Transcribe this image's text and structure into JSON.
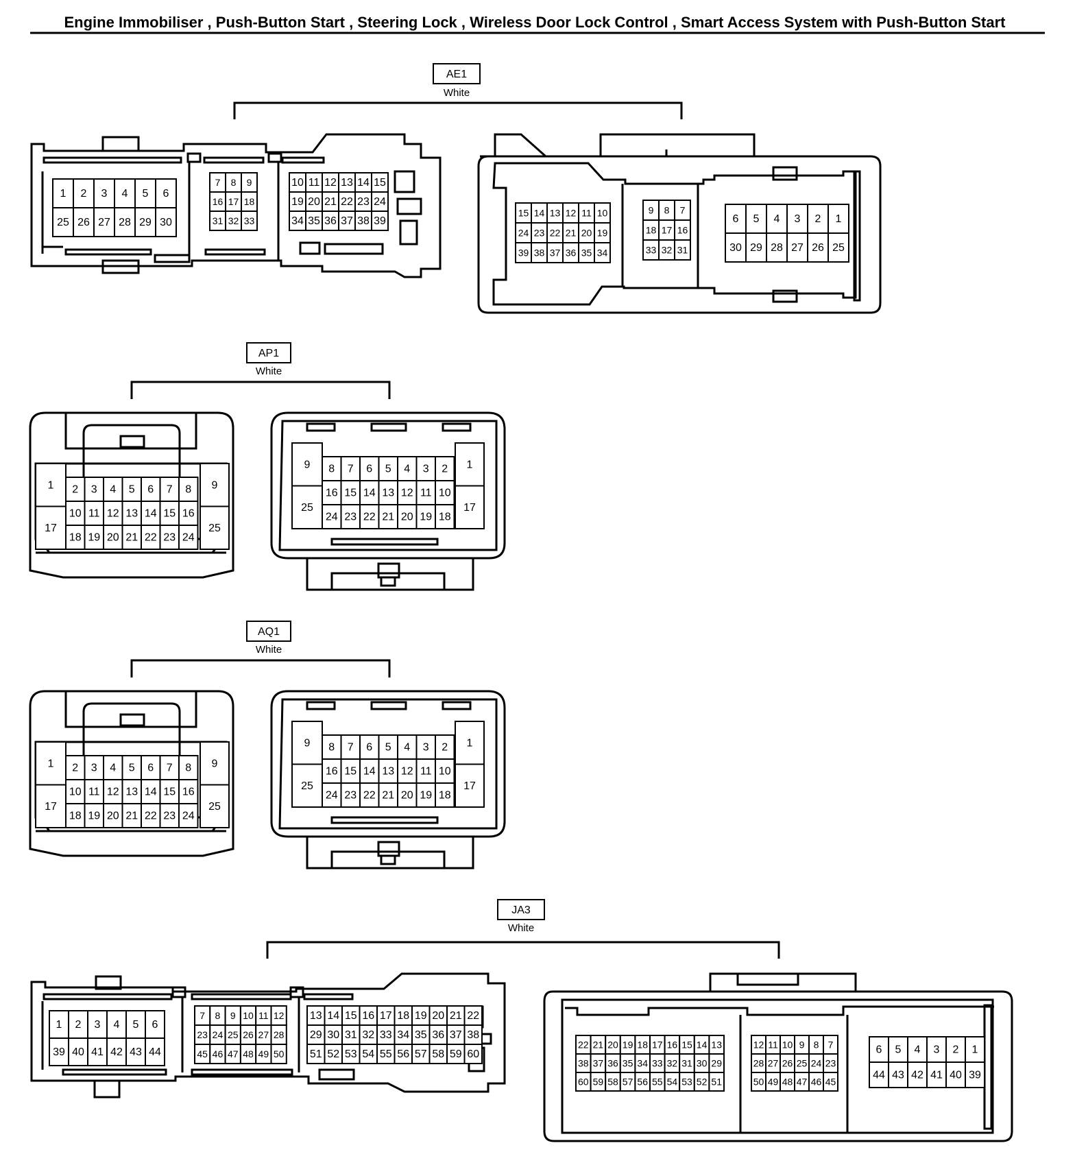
{
  "title": "Engine Immobiliser , Push-Button Start , Steering Lock , Wireless Door Lock Control , Smart Access System with Push-Button Start",
  "connectors": [
    {
      "id": "AE1",
      "color": "White",
      "left_view": {
        "grids": [
          [
            [
              "1",
              "2",
              "3",
              "4",
              "5",
              "6"
            ],
            [
              "25",
              "26",
              "27",
              "28",
              "29",
              "30"
            ]
          ],
          [
            [
              "7",
              "8",
              "9"
            ],
            [
              "16",
              "17",
              "18"
            ],
            [
              "31",
              "32",
              "33"
            ]
          ],
          [
            [
              "10",
              "11",
              "12",
              "13",
              "14",
              "15"
            ],
            [
              "19",
              "20",
              "21",
              "22",
              "23",
              "24"
            ],
            [
              "34",
              "35",
              "36",
              "37",
              "38",
              "39"
            ]
          ]
        ]
      },
      "right_view": {
        "grids": [
          [
            [
              "15",
              "14",
              "13",
              "12",
              "11",
              "10"
            ],
            [
              "24",
              "23",
              "22",
              "21",
              "20",
              "19"
            ],
            [
              "39",
              "38",
              "37",
              "36",
              "35",
              "34"
            ]
          ],
          [
            [
              "9",
              "8",
              "7"
            ],
            [
              "18",
              "17",
              "16"
            ],
            [
              "33",
              "32",
              "31"
            ]
          ],
          [
            [
              "6",
              "5",
              "4",
              "3",
              "2",
              "1"
            ],
            [
              "30",
              "29",
              "28",
              "27",
              "26",
              "25"
            ]
          ]
        ]
      }
    },
    {
      "id": "AP1",
      "color": "White",
      "left_view": {
        "side_left": [
          "1",
          "17"
        ],
        "rows": [
          [
            "2",
            "3",
            "4",
            "5",
            "6",
            "7",
            "8"
          ],
          [
            "10",
            "11",
            "12",
            "13",
            "14",
            "15",
            "16"
          ],
          [
            "18",
            "19",
            "20",
            "21",
            "22",
            "23",
            "24"
          ]
        ],
        "side_right": [
          "9",
          "25"
        ]
      },
      "right_view": {
        "side_left": [
          "9",
          "25"
        ],
        "rows": [
          [
            "8",
            "7",
            "6",
            "5",
            "4",
            "3",
            "2"
          ],
          [
            "16",
            "15",
            "14",
            "13",
            "12",
            "11",
            "10"
          ],
          [
            "24",
            "23",
            "22",
            "21",
            "20",
            "19",
            "18"
          ]
        ],
        "side_right": [
          "1",
          "17"
        ]
      }
    },
    {
      "id": "AQ1",
      "color": "White",
      "left_view": {
        "side_left": [
          "1",
          "17"
        ],
        "rows": [
          [
            "2",
            "3",
            "4",
            "5",
            "6",
            "7",
            "8"
          ],
          [
            "10",
            "11",
            "12",
            "13",
            "14",
            "15",
            "16"
          ],
          [
            "18",
            "19",
            "20",
            "21",
            "22",
            "23",
            "24"
          ]
        ],
        "side_right": [
          "9",
          "25"
        ]
      },
      "right_view": {
        "side_left": [
          "9",
          "25"
        ],
        "rows": [
          [
            "8",
            "7",
            "6",
            "5",
            "4",
            "3",
            "2"
          ],
          [
            "16",
            "15",
            "14",
            "13",
            "12",
            "11",
            "10"
          ],
          [
            "24",
            "23",
            "22",
            "21",
            "20",
            "19",
            "18"
          ]
        ],
        "side_right": [
          "1",
          "17"
        ]
      }
    },
    {
      "id": "JA3",
      "color": "White",
      "left_view": {
        "grids": [
          [
            [
              "1",
              "2",
              "3",
              "4",
              "5",
              "6"
            ],
            [
              "39",
              "40",
              "41",
              "42",
              "43",
              "44"
            ]
          ],
          [
            [
              "7",
              "8",
              "9",
              "10",
              "11",
              "12"
            ],
            [
              "23",
              "24",
              "25",
              "26",
              "27",
              "28"
            ],
            [
              "45",
              "46",
              "47",
              "48",
              "49",
              "50"
            ]
          ],
          [
            [
              "13",
              "14",
              "15",
              "16",
              "17",
              "18",
              "19",
              "20",
              "21",
              "22"
            ],
            [
              "29",
              "30",
              "31",
              "32",
              "33",
              "34",
              "35",
              "36",
              "37",
              "38"
            ],
            [
              "51",
              "52",
              "53",
              "54",
              "55",
              "56",
              "57",
              "58",
              "59",
              "60"
            ]
          ]
        ]
      },
      "right_view": {
        "grids": [
          [
            [
              "22",
              "21",
              "20",
              "19",
              "18",
              "17",
              "16",
              "15",
              "14",
              "13"
            ],
            [
              "38",
              "37",
              "36",
              "35",
              "34",
              "33",
              "32",
              "31",
              "30",
              "29"
            ],
            [
              "60",
              "59",
              "58",
              "57",
              "56",
              "55",
              "54",
              "53",
              "52",
              "51"
            ]
          ],
          [
            [
              "12",
              "11",
              "10",
              "9",
              "8",
              "7"
            ],
            [
              "28",
              "27",
              "26",
              "25",
              "24",
              "23"
            ],
            [
              "50",
              "49",
              "48",
              "47",
              "46",
              "45"
            ]
          ],
          [
            [
              "6",
              "5",
              "4",
              "3",
              "2",
              "1"
            ],
            [
              "44",
              "43",
              "42",
              "41",
              "40",
              "39"
            ]
          ]
        ]
      }
    }
  ]
}
